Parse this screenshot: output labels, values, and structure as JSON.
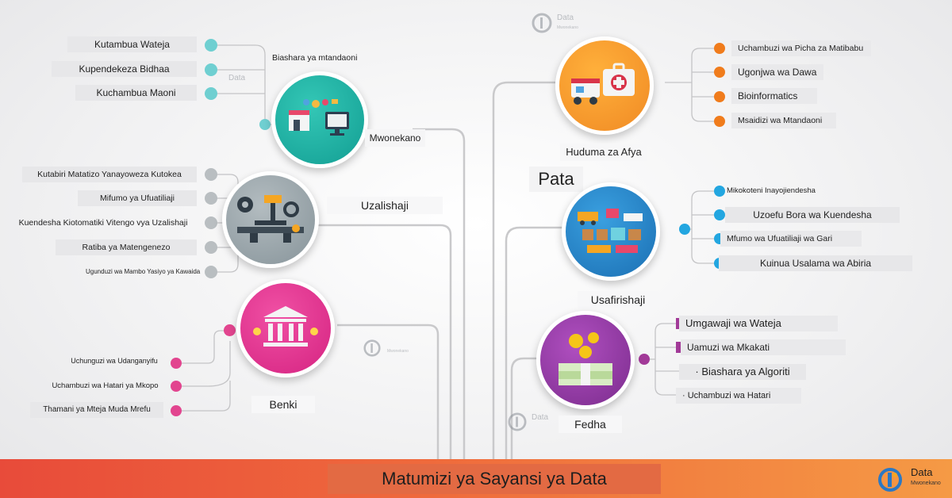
{
  "colors": {
    "teal": "#1fb5a8",
    "teal_dot": "#6fcfd1",
    "gray": "#8e9aa0",
    "gray_dot": "#b9bec1",
    "pink": "#e8388f",
    "pink_dot": "#e2458f",
    "orange": "#f08a24",
    "orange_dot": "#f07c1c",
    "blue": "#2683c6",
    "blue_dot": "#23a6e0",
    "purple": "#8e3b9e",
    "purple_dot": "#a23a98",
    "footer_start": "#e84b3a",
    "footer_end": "#f59a45"
  },
  "watermark": {
    "name": "Data",
    "sub": "Mwonekano"
  },
  "left_branches": {
    "mwonekano": {
      "title": "Mwonekano",
      "sublabel": "Biashara ya mtandaoni",
      "icon": "ecommerce-icon",
      "items": [
        "Kutambua Wateja",
        "Kupendekeza Bidhaa",
        "Kuchambua Maoni"
      ]
    },
    "uzalishaji": {
      "title": "Uzalishaji",
      "icon": "manufacturing-icon",
      "items": [
        "Kutabiri Matatizo Yanayoweza Kutokea",
        "Mifumo ya Ufuatiliaji",
        "Kuendesha Kiotomatiki Vitengo vya Uzalishaji",
        "Ratiba ya Matengenezo",
        "Ugunduzi wa Mambo Yasiyo ya Kawaida"
      ]
    },
    "benki": {
      "title": "Benki",
      "icon": "bank-icon",
      "items": [
        "Uchunguzi wa Udanganyifu",
        "Uchambuzi wa Hatari ya Mkopo",
        "Thamani ya Mteja Muda Mrefu"
      ]
    }
  },
  "right_branches": {
    "afya": {
      "title": "Huduma za Afya",
      "icon": "medical-kit-icon",
      "items": [
        "Uchambuzi wa Picha za Matibabu",
        "Ugonjwa wa Dawa",
        "Bioinformatics",
        "Msaidizi wa Mtandaoni"
      ]
    },
    "usafirishaji": {
      "title": "Usafirishaji",
      "icon": "logistics-icon",
      "items": [
        "Mikokoteni Inayojiendesha",
        "Uzoefu Bora wa Kuendesha",
        "Mfumo wa Ufuatiliaji wa Gari",
        "Kuinua Usalama wa Abiria"
      ]
    },
    "fedha": {
      "title": "Fedha",
      "icon": "money-icon",
      "items": [
        "Umgawaji wa Wateja",
        "Uamuzi wa Mkakati",
        "· Biashara ya Algoriti",
        "· Uchambuzi wa Hatari"
      ]
    }
  },
  "pata_label": "Pata",
  "footer": {
    "title": "Matumizi ya Sayansi ya Data",
    "logo_name": "Data",
    "logo_sub": "Mwonekano"
  }
}
